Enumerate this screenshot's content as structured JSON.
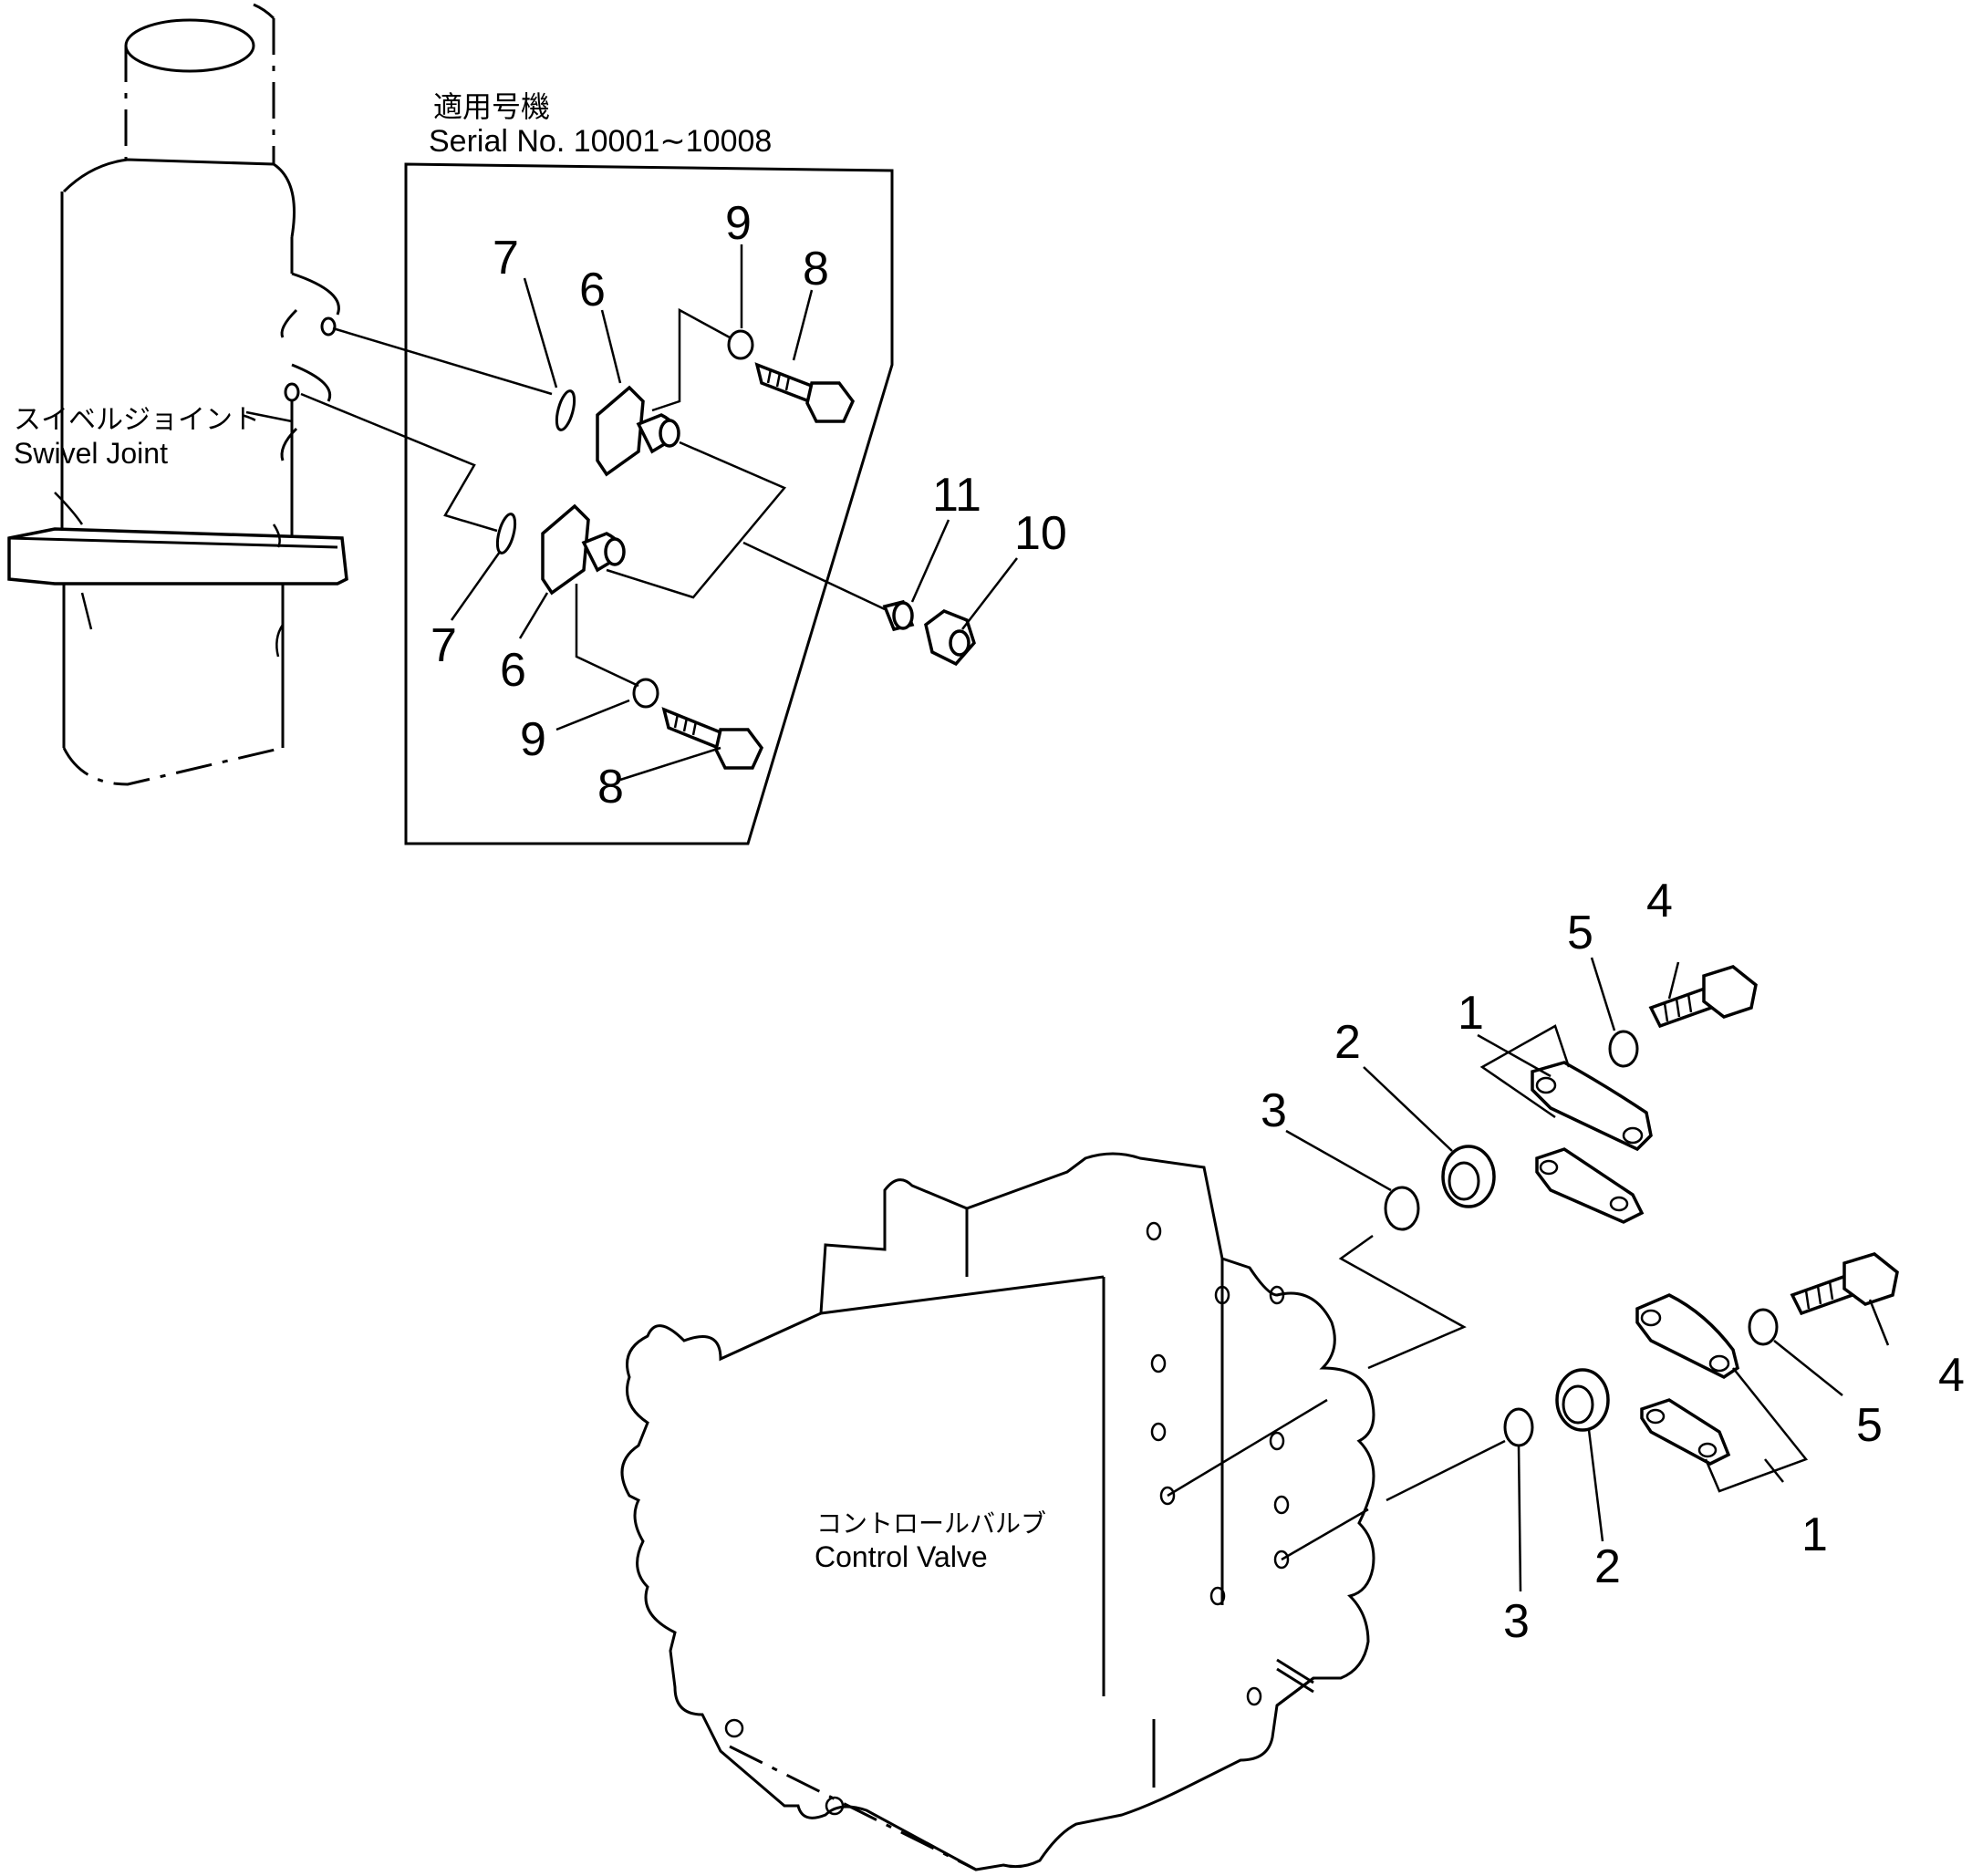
{
  "inset": {
    "applicable_machines_jp": "適用号機",
    "serial_label": "Serial No. 10001∼10008"
  },
  "labels": {
    "swivel_joint_jp": "スイベルジョイント",
    "swivel_joint_en": "Swivel  Joint",
    "control_valve_jp": "コントロールバルブ",
    "control_valve_en": "Control  Valve"
  },
  "callouts": {
    "c7a": "7",
    "c6a": "6",
    "c9a": "9",
    "c8a": "8",
    "c7b": "7",
    "c6b": "6",
    "c9b": "9",
    "c8b": "8",
    "c11": "11",
    "c10": "10",
    "c4a": "4",
    "c5a": "5",
    "c1a": "1",
    "c2a": "2",
    "c3a": "3",
    "c4b": "4",
    "c5b": "5",
    "c1b": "1",
    "c2b": "2",
    "c3b": "3"
  }
}
